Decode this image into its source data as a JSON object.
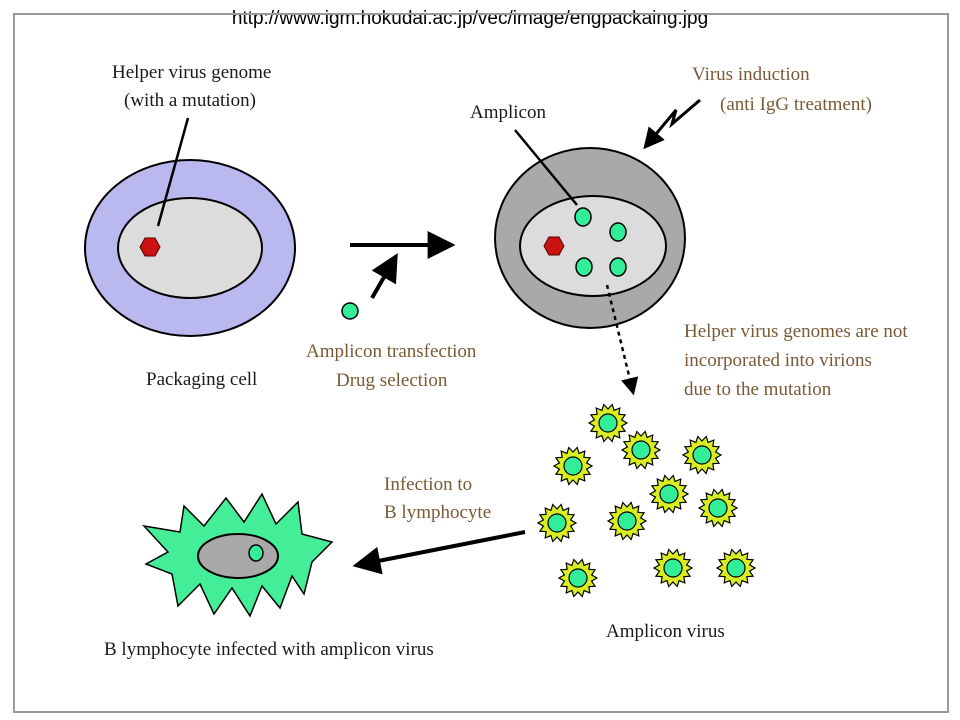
{
  "source_url": "http://www.igm.hokudai.ac.jp/vec/image/engpackaing.jpg",
  "labels": {
    "helper_genome_line1": "Helper virus genome",
    "helper_genome_line2": "(with a mutation)",
    "packaging_cell": "Packaging cell",
    "transfection_line1": "Amplicon transfection",
    "transfection_line2": "Drug selection",
    "amplicon": "Amplicon",
    "induction_line1": "Virus induction",
    "induction_line2": "(anti IgG treatment)",
    "not_incorporated_line1": "Helper virus genomes are not",
    "not_incorporated_line2": "incorporated into virions",
    "not_incorporated_line3": "due to the mutation",
    "infection_line1": "Infection to",
    "infection_line2": "B lymphocyte",
    "amplicon_virus": "Amplicon virus",
    "b_lymphocyte": "B lymphocyte infected with amplicon virus"
  },
  "colors": {
    "packaging_cell_outer": "#b9b9f0",
    "cell_inner": "#dcdcdc",
    "induced_cell_outer": "#a9a9a9",
    "helper_genome": "#cc1111",
    "amplicon": "#33ee99",
    "virion_spikes": "#d8ee22",
    "b_cell_body": "#44ee99",
    "brown_text": "#7a5a36"
  }
}
